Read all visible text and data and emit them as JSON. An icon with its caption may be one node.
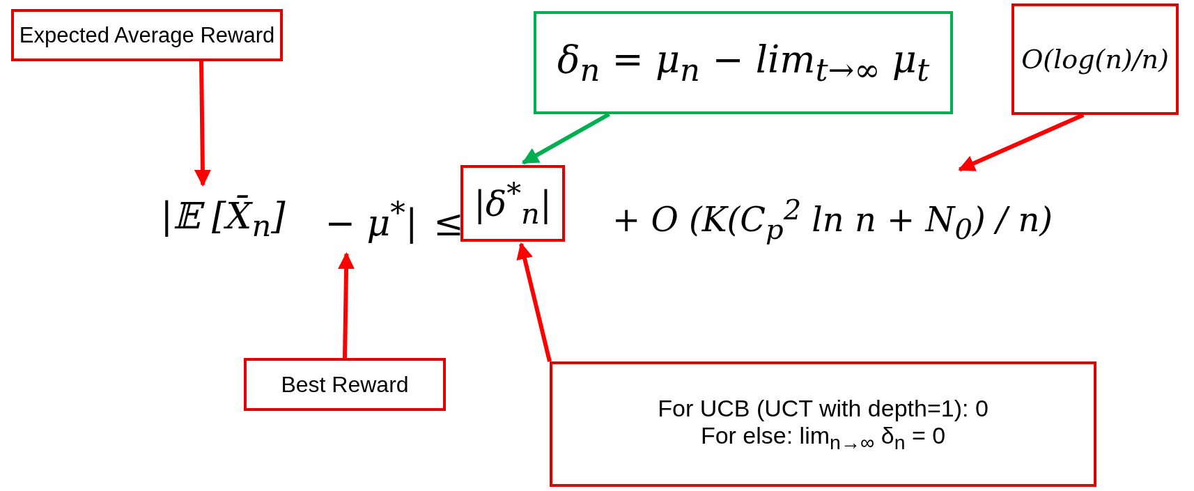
{
  "diagram": {
    "nodes": [
      {
        "text": [
          "Expected Average Reward"
        ]
      },
      {
        "text": [
          "δ$_{n}$ = μ$_{n}$ − lim$_{t→∞}$ μ$_{t}$"
        ]
      },
      {
        "text": [
          "O(log(n)/n)"
        ]
      },
      {
        "text": [
          "|𝔼 [X̄$_{n}$]"
        ]
      },
      {
        "text": [
          "− μ$^{*}$|"
        ]
      },
      {
        "text": [
          "|δ$^{*}$$_{n}$|"
        ]
      },
      {
        "text": [
          "+ O (K(C$_{p}$$^{2}$ ln n + N$_{0}$) / n)"
        ]
      },
      {
        "text": [
          "Best Reward"
        ]
      },
      {
        "text": [
          "For UCB (UCT with depth=1):  0",
          "For else: lim$_{n→∞}$ δ$_{n}$ = 0"
        ]
      }
    ],
    "edges": [
      {
        "from": 0,
        "to": 3,
        "arrow": "to"
      },
      {
        "from": 1,
        "to": 5,
        "arrow": "to",
        "color": "#00b050"
      },
      {
        "from": 2,
        "to": 6,
        "arrow": "to"
      },
      {
        "from": 7,
        "to": 4,
        "arrow": "to"
      },
      {
        "from": 8,
        "to": 5,
        "arrow": "to"
      }
    ],
    "labels": [
      "≤"
    ]
  }
}
